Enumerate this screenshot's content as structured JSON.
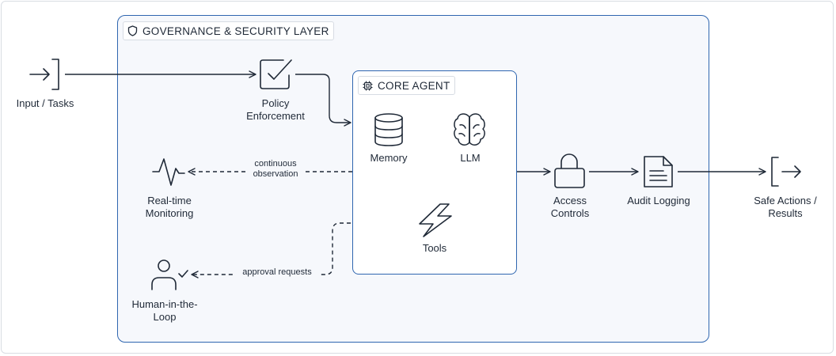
{
  "layers": {
    "governance": {
      "title": "GOVERNANCE & SECURITY LAYER",
      "icon": "shield-icon"
    },
    "core": {
      "title": "CORE AGENT",
      "icon": "chip-icon"
    }
  },
  "nodes": {
    "input": {
      "label": "Input / Tasks",
      "icon": "input-arrow-icon"
    },
    "policy": {
      "label_line1": "Policy",
      "label_line2": "Enforcement",
      "icon": "checkbox-icon"
    },
    "memory": {
      "label": "Memory",
      "icon": "database-icon"
    },
    "llm": {
      "label": "LLM",
      "icon": "brain-icon"
    },
    "tools": {
      "label": "Tools",
      "icon": "lightning-icon"
    },
    "monitoring": {
      "label_line1": "Real-time",
      "label_line2": "Monitoring",
      "icon": "pulse-icon"
    },
    "human": {
      "label_line1": "Human-in-the-",
      "label_line2": "Loop",
      "icon": "user-check-icon"
    },
    "access": {
      "label_line1": "Access",
      "label_line2": "Controls",
      "icon": "lock-icon"
    },
    "audit": {
      "label": "Audit Logging",
      "icon": "document-icon"
    },
    "output": {
      "label_line1": "Safe Actions /",
      "label_line2": "Results",
      "icon": "output-arrow-icon"
    }
  },
  "edges": {
    "observation": {
      "line1": "continuous",
      "line2": "observation"
    },
    "approval": {
      "label": "approval requests"
    }
  },
  "colors": {
    "layer_border": "#2f66b0",
    "line": "#1f2937",
    "layer_fill": "#f6f8fc"
  }
}
